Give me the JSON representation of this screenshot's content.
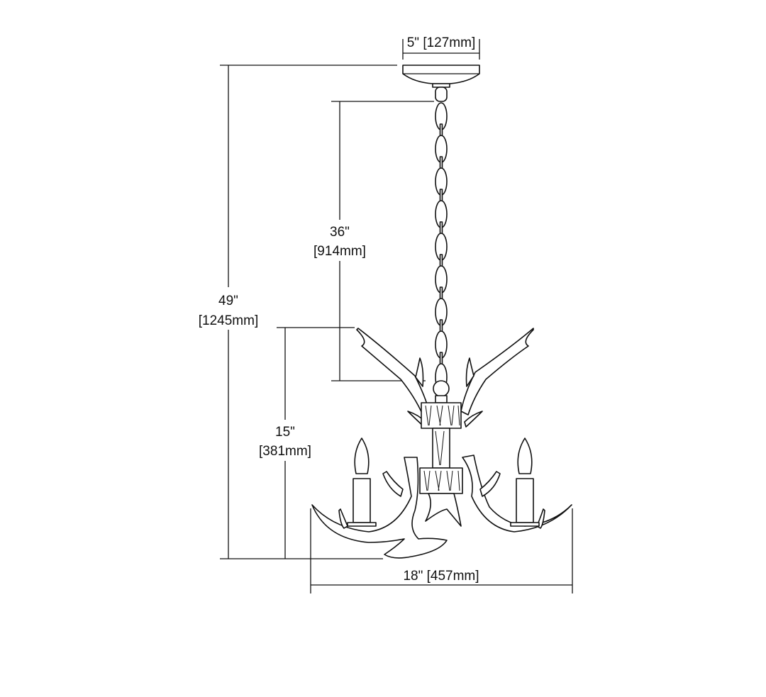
{
  "dimensions": {
    "canopy_width": "5\" [127mm]",
    "overall_height": {
      "imperial": "49\"",
      "metric": "[1245mm]"
    },
    "chain_length": {
      "imperial": "36\"",
      "metric": "[914mm]"
    },
    "fixture_height": {
      "imperial": "15\"",
      "metric": "[381mm]"
    },
    "fixture_width": "18\" [457mm]"
  }
}
